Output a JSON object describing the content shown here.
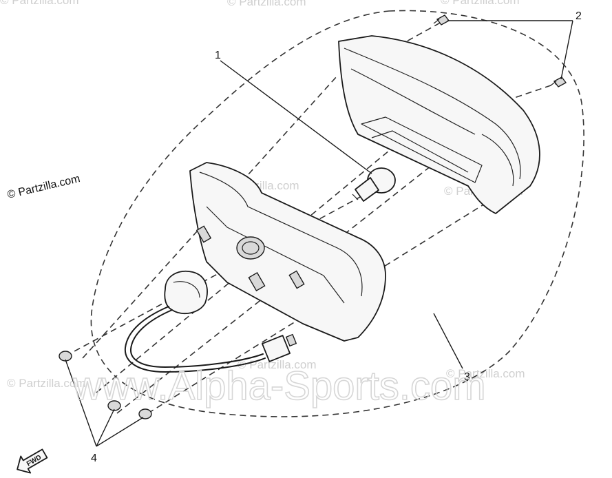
{
  "callouts": {
    "c1": "1",
    "c2": "2",
    "c3": "3",
    "c4": "4"
  },
  "watermarks": {
    "partzilla_main": "© Partzilla.com",
    "partzilla_faint": "© Partzilla.com",
    "alpha_sports": "www.Alpha-Sports.com"
  },
  "direction_arrow": {
    "label": "FWD"
  }
}
